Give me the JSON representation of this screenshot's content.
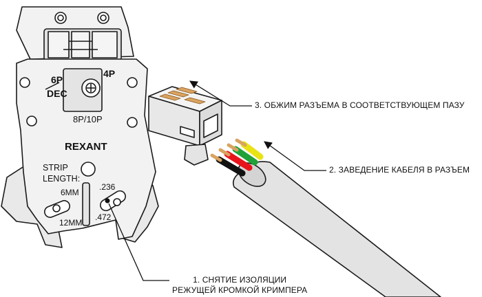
{
  "tool": {
    "brand": "REXANT",
    "label_6p": "6P",
    "label_dec": "DEC",
    "label_4p": "4P",
    "label_8p10p": "8P/10P",
    "strip_length": [
      "STRIP",
      "LENGTH:"
    ],
    "mm_6": "6MM",
    "mm_12": "12MM",
    "inch_236": ".236",
    "inch_472": ".472"
  },
  "callouts": {
    "step1_line1": "1. СНЯТИЕ ИЗОЛЯЦИИ",
    "step1_line2": "РЕЖУЩЕЙ КРОМКОЙ КРИМПЕРА",
    "step2": "2. ЗАВЕДЕНИЕ КАБЕЛЯ В РАЗЪЕМ",
    "step3": "3. ОБЖИМ РАЗЪЕМА В СООТВЕТСТВУЮЩЕМ ПАЗУ"
  },
  "colors": {
    "wire_red": "#e8141b",
    "wire_green": "#20a238",
    "wire_yellow": "#e9e315",
    "wire_black": "#111111",
    "wire_copper": "#d9a360",
    "cable_jacket": "#e3e3e3",
    "tool_body": "#f2f2f2",
    "outline": "#1a1a1a"
  }
}
